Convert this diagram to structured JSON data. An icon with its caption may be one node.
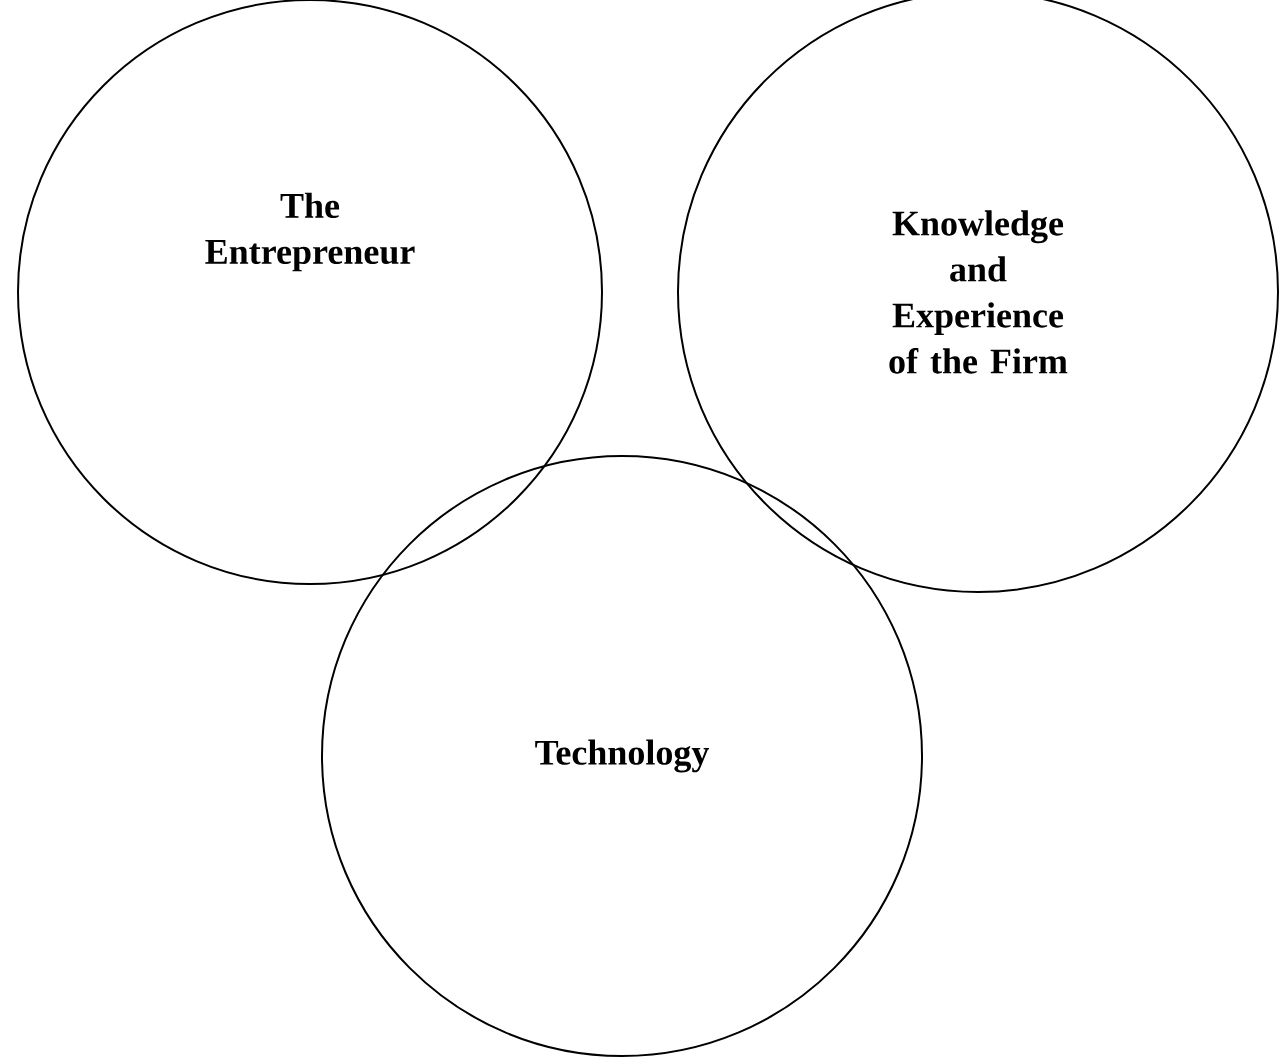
{
  "diagram": {
    "nodes": [
      {
        "text": [
          "The Entrepreneur"
        ]
      },
      {
        "text": [
          "Knowledge and Experience of the Firm"
        ]
      },
      {
        "text": [
          "Technology"
        ]
      }
    ]
  }
}
